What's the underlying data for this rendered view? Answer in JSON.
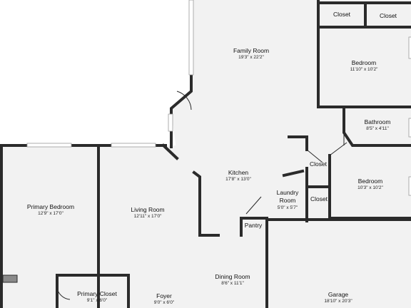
{
  "rooms": [
    {
      "name": "Family Room",
      "dims": "19'3\" x 22'2\""
    },
    {
      "name": "Bedroom",
      "dims": "11'10\" x 10'2\""
    },
    {
      "name": "Closet",
      "dims": ""
    },
    {
      "name": "Closet",
      "dims": ""
    },
    {
      "name": "Bathroom",
      "dims": "8'5\" x 4'11\""
    },
    {
      "name": "Kitchen",
      "dims": "17'8\" x 13'0\""
    },
    {
      "name": "Closet",
      "dims": ""
    },
    {
      "name": "Bedroom",
      "dims": "10'3\" x 10'2\""
    },
    {
      "name": "Laundry",
      "dims": ""
    },
    {
      "name": "Room",
      "dims": "5'0\" x 5'7\""
    },
    {
      "name": "Closet",
      "dims": ""
    },
    {
      "name": "Pantry",
      "dims": ""
    },
    {
      "name": "Primary Bedroom",
      "dims": "12'9\" x 17'0\""
    },
    {
      "name": "Living Room",
      "dims": "12'11\" x 17'0\""
    },
    {
      "name": "Dining Room",
      "dims": "8'6\" x 11'1\""
    },
    {
      "name": "Primary Closet",
      "dims": "9'1\" x 6'0\""
    },
    {
      "name": "Foyer",
      "dims": "9'0\" x 6'0\""
    },
    {
      "name": "Garage",
      "dims": "18'10\" x 20'3\""
    }
  ]
}
